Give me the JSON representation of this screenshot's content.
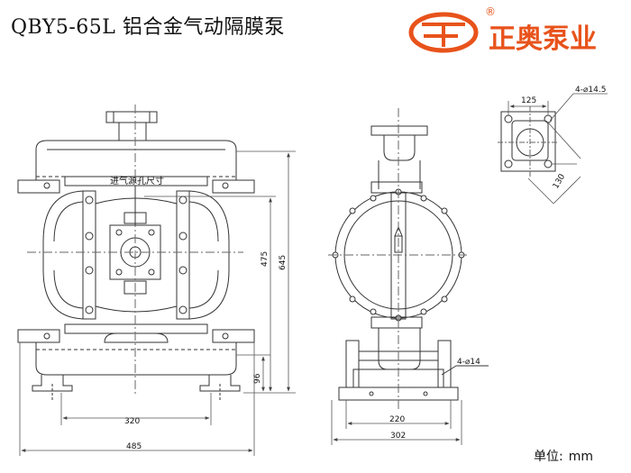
{
  "title": "QBY5-65L 铝合金气动隔膜泵",
  "brand": {
    "name": "正奥泵业",
    "registered_mark": "®",
    "color": "#e8531b"
  },
  "units": {
    "label": "单位:",
    "value": "mm"
  },
  "annotations": {
    "air_inlet": "进气源孔尺寸",
    "top_hole_spec": "4-⌀14.5",
    "base_hole_spec": "4-⌀14"
  },
  "dimensions": {
    "front_overall_height": "645",
    "front_center_height": "475",
    "front_base_height": "96",
    "front_base_span": "320",
    "front_overall_width": "485",
    "side_base_span": "220",
    "side_overall_width": "302",
    "flange_width": "125",
    "flange_diagonal": "130"
  },
  "colors": {
    "line": "#333333",
    "dim_line": "#555555"
  }
}
